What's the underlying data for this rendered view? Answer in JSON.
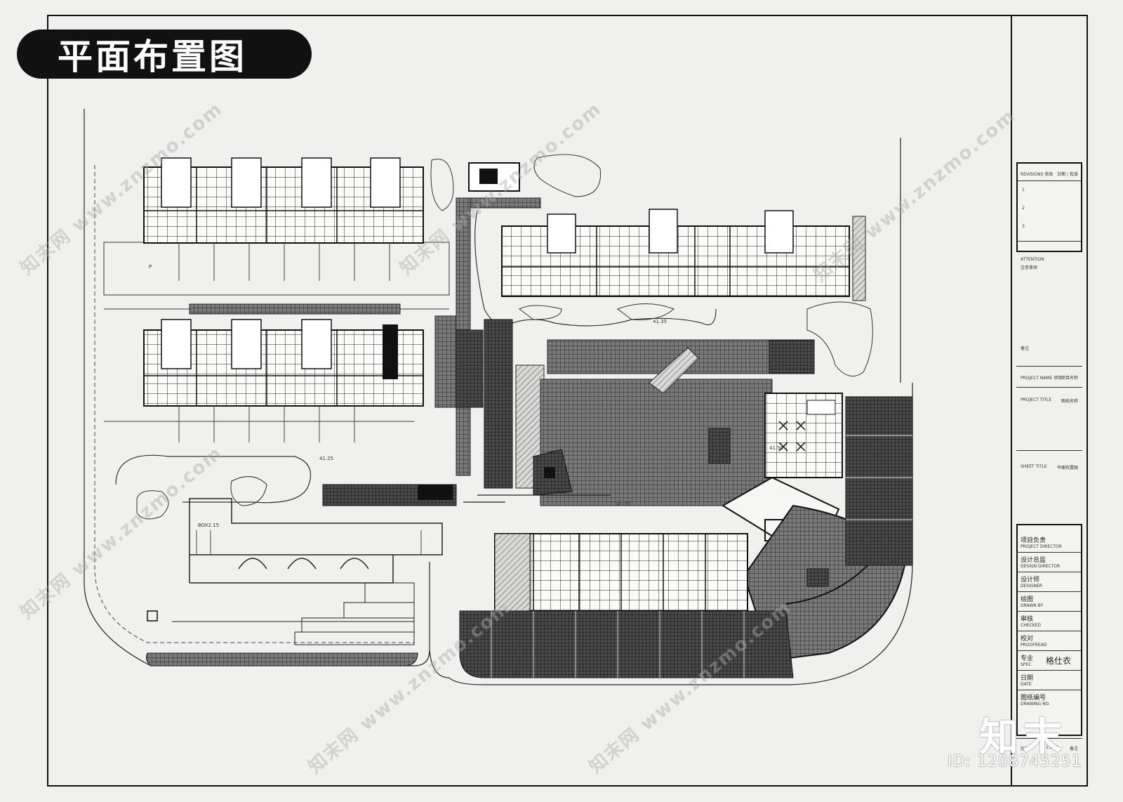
{
  "page": {
    "title": "平面布置图"
  },
  "title_block": {
    "revisions_label": "REVISIONS 修改",
    "revisions_date": "日期 / 批准",
    "revision_marks": [
      "1",
      "2",
      "3"
    ],
    "attention_label": "ATTENTION",
    "attention_sub": "注意事项",
    "note": "备注",
    "project_name_label": "PROJECT NAME 项目",
    "project_name_value": "项目名称",
    "project_title_label": "PROJECT TITLE",
    "project_title_value": "图纸名称",
    "sheet_title_label": "SHEET TITLE",
    "sheet_title_value": "平面布置图",
    "fields": [
      {
        "label": "项目负责",
        "sub": "PROJECT DIRECTOR"
      },
      {
        "label": "设计总监",
        "sub": "DESIGN DIRECTOR"
      },
      {
        "label": "设计师",
        "sub": "DESIGNER"
      },
      {
        "label": "绘图",
        "sub": "DRAWN BY"
      },
      {
        "label": "审核",
        "sub": "CHECKED"
      },
      {
        "label": "校对",
        "sub": "PROOFREAD"
      },
      {
        "label": "专业",
        "sub": "SPEC",
        "value": "格仕衣"
      },
      {
        "label": "日期",
        "sub": "DATE"
      },
      {
        "label": "图纸编号",
        "sub": "DRAWING NO."
      }
    ],
    "bottom_left": "比例",
    "bottom_mid": "1:150",
    "bottom_right": "备注"
  },
  "plan_labels": {
    "parking_space": "P",
    "level_a": "41.25",
    "level_b": "41.30",
    "level_c": "41.35",
    "level_d": "41.50",
    "road_label": "BOX2.15"
  },
  "brand": {
    "mark": "知末",
    "id": "ID: 1208745251"
  },
  "watermark_text": "知末网 www.znzmo.com"
}
